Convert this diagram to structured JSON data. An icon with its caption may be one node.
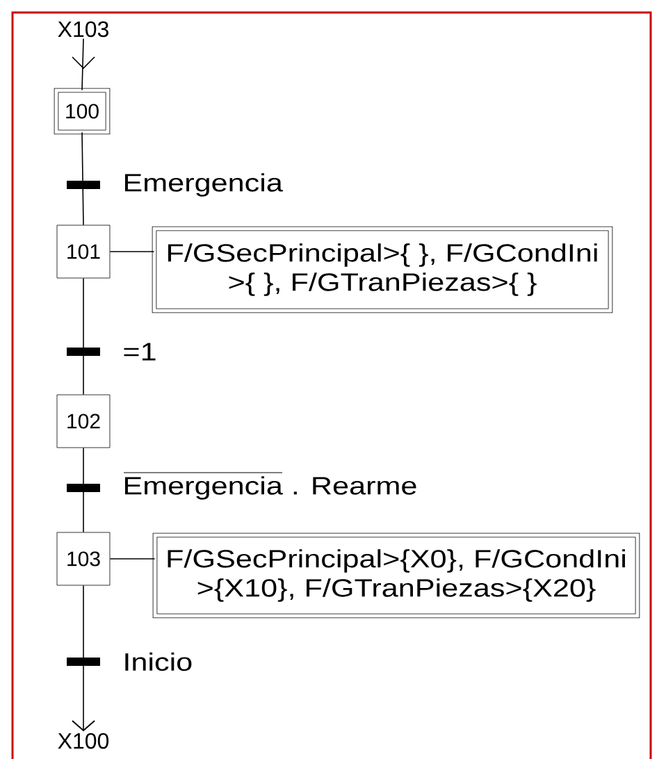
{
  "diagram": {
    "nodes": [
      {
        "text": [
          "X103"
        ]
      },
      {
        "text": [
          "100"
        ]
      },
      {
        "text": [
          "101"
        ]
      },
      {
        "text": [
          "F/GSecPrincipal>{ }, F/GCondIni >{ }, F/GTranPiezas>{ }"
        ]
      },
      {
        "text": [
          "102"
        ]
      },
      {
        "text": [
          "103"
        ]
      },
      {
        "text": [
          "F/GSecPrincipal>{X0}, F/GCondIni >{X10}, F/GTranPiezas>{X20}"
        ]
      },
      {
        "text": [
          "X100"
        ]
      }
    ],
    "edges": [
      {
        "from": 0,
        "to": 1,
        "arrow": "to"
      },
      {
        "from": 1,
        "to": 2,
        "arrow": "none",
        "label": "Emergencia"
      },
      {
        "from": 2,
        "to": 3,
        "arrow": "none"
      },
      {
        "from": 2,
        "to": 4,
        "arrow": "none",
        "label": "=1"
      },
      {
        "from": 4,
        "to": 5,
        "arrow": "none",
        "label": "Emergencia . Rearme"
      },
      {
        "from": 5,
        "to": 6,
        "arrow": "none"
      },
      {
        "from": 5,
        "to": 7,
        "arrow": "to",
        "label": "Inicio"
      }
    ]
  }
}
